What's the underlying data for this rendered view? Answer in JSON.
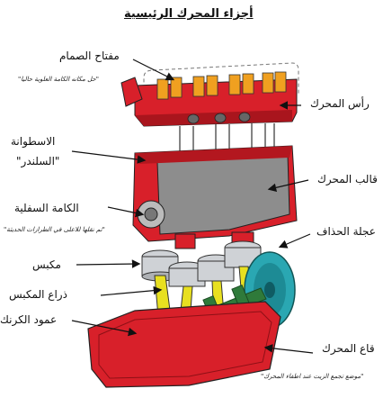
{
  "title": "أجزاء المحرك الرئيسية",
  "labels": {
    "valve_key": "مفتاح الصمام",
    "valve_key_note": "\"حل مكانه الكامة العلوية حاليا\"",
    "cylinder_head": "رأس المحرك",
    "cylinder": "الاسطوانة",
    "cylinder_alt": "\"السلندر\"",
    "camshaft": "الكامة السفلية",
    "camshaft_note": "\"تم نقلها للاعلى في الطرازات الحديثة\"",
    "engine_block": "قالب المحرك",
    "flywheel": "عجلة الحذاف",
    "piston": "مكبس",
    "connecting_rod": "ذراع المكبس",
    "crankshaft": "عمود الكرنك",
    "oil_pan": "قاع المحرك",
    "oil_pan_note": "\"موضع تجمع الزيت عند اطفاء المحرك\""
  },
  "colors": {
    "engine_red": "#d8202a",
    "block_gray": "#8d8d8d",
    "piston_silver": "#cfd2d6",
    "rod_yellow": "#e8e020",
    "crank_green": "#2f7a3a",
    "flywheel_teal": "#2aa7b2",
    "valve_orange": "#f0a020"
  }
}
